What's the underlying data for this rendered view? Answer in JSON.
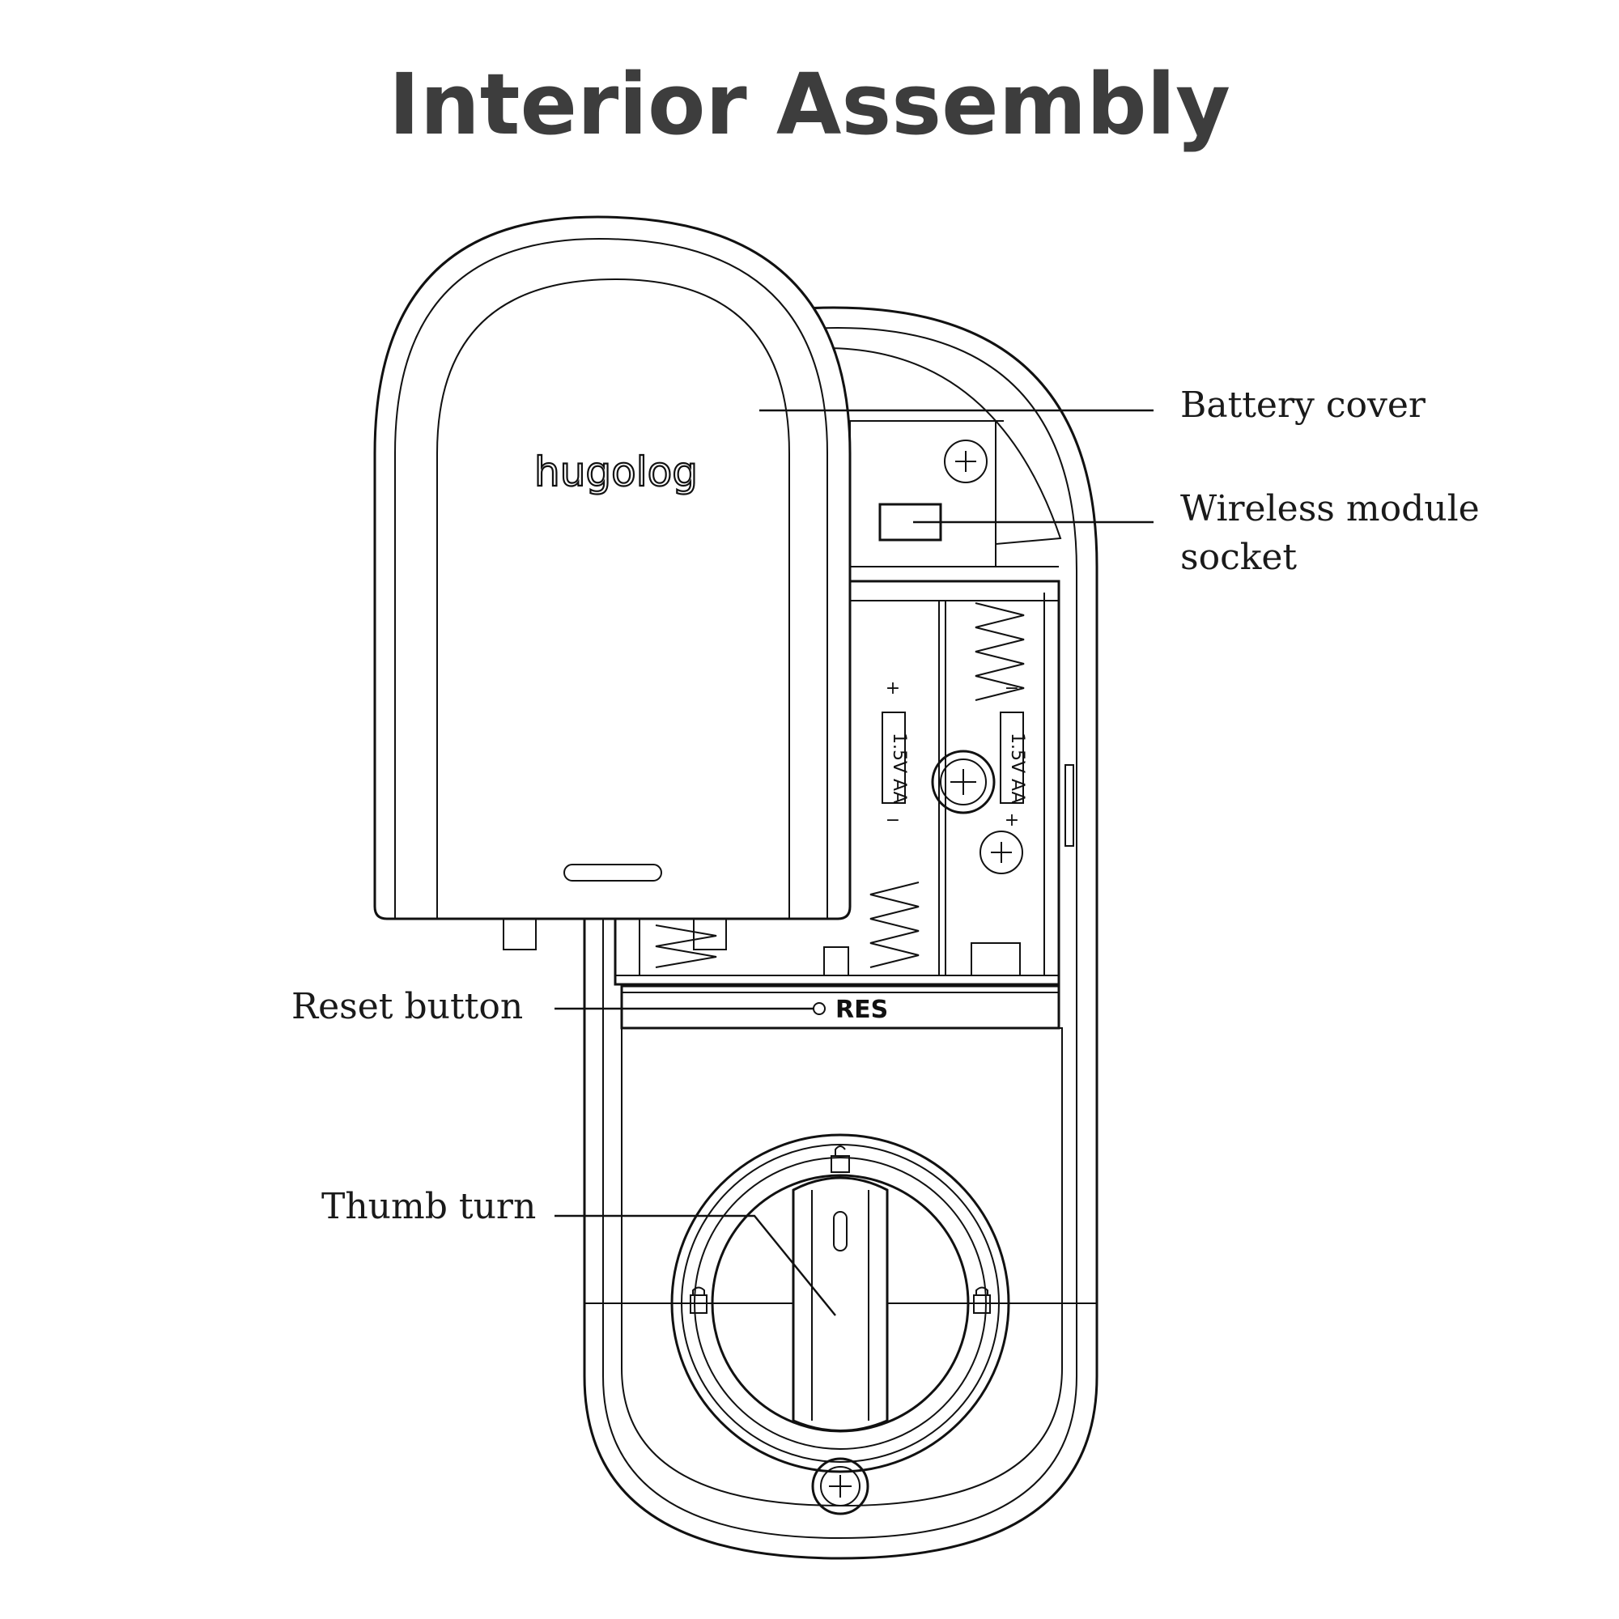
{
  "title": "Interior Assembly",
  "brand": "hugolog",
  "callouts": {
    "battery_cover": "Battery cover",
    "wireless_line1": "Wireless module",
    "wireless_line2": "socket",
    "reset_button": "Reset button",
    "thumb_turn": "Thumb turn"
  },
  "markings": {
    "res": "RES",
    "battery_voltage": "1.5V",
    "battery_size": "AA",
    "plus": "+",
    "minus": "−"
  },
  "colors": {
    "title": "#3d3d3d",
    "line": "#111111",
    "background": "#ffffff"
  }
}
